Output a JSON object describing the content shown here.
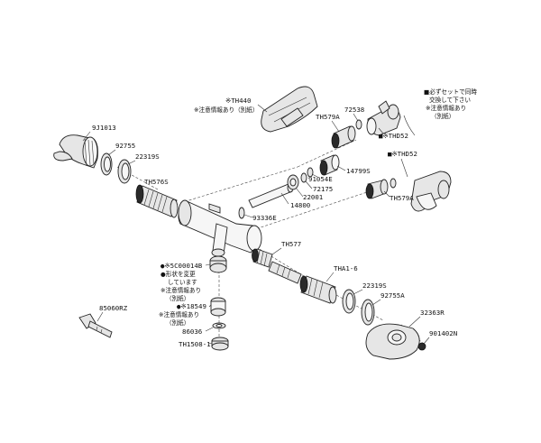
{
  "labels": {
    "TH440": "※TH440",
    "TH440_note": "※注意情報あり（別紙）",
    "9J1013": "9J1013",
    "92755": "92755",
    "22319S_top": "22319S",
    "TH576S": "TH576S",
    "72538": "72538",
    "TH579A_top": "TH579A",
    "THD52_top": "■※THD52",
    "THD52_mid": "■※THD52",
    "14799S": "14799S",
    "91054E": "91054E",
    "72175": "72175",
    "22001": "22001",
    "14800": "14800",
    "TH579A_mid": "TH579A",
    "93336E": "93336E",
    "TH577": "TH577",
    "5C00014B": "●※5C00014B",
    "THA1_6": "THA1-6",
    "22319S_bot": "22319S",
    "92755A": "92755A",
    "32363R": "32363R",
    "901402N": "901402N",
    "18549": "●※18549",
    "86036": "86036",
    "TH1508_1": "TH1508-1",
    "85060RZ": "85060RZ"
  },
  "notes": {
    "set_note_1": "■必ずセットで同時",
    "set_note_2": "交換して下さい",
    "set_note_3": "※注意情報あり",
    "set_note_4": "（別紙）",
    "shape_note_1": "●形状を変更",
    "shape_note_2": "しています",
    "shape_note_3": "※注意情報あり",
    "shape_note_4": "（別紙）",
    "bottom_note_1": "※注意情報あり",
    "bottom_note_2": "（別紙）"
  }
}
